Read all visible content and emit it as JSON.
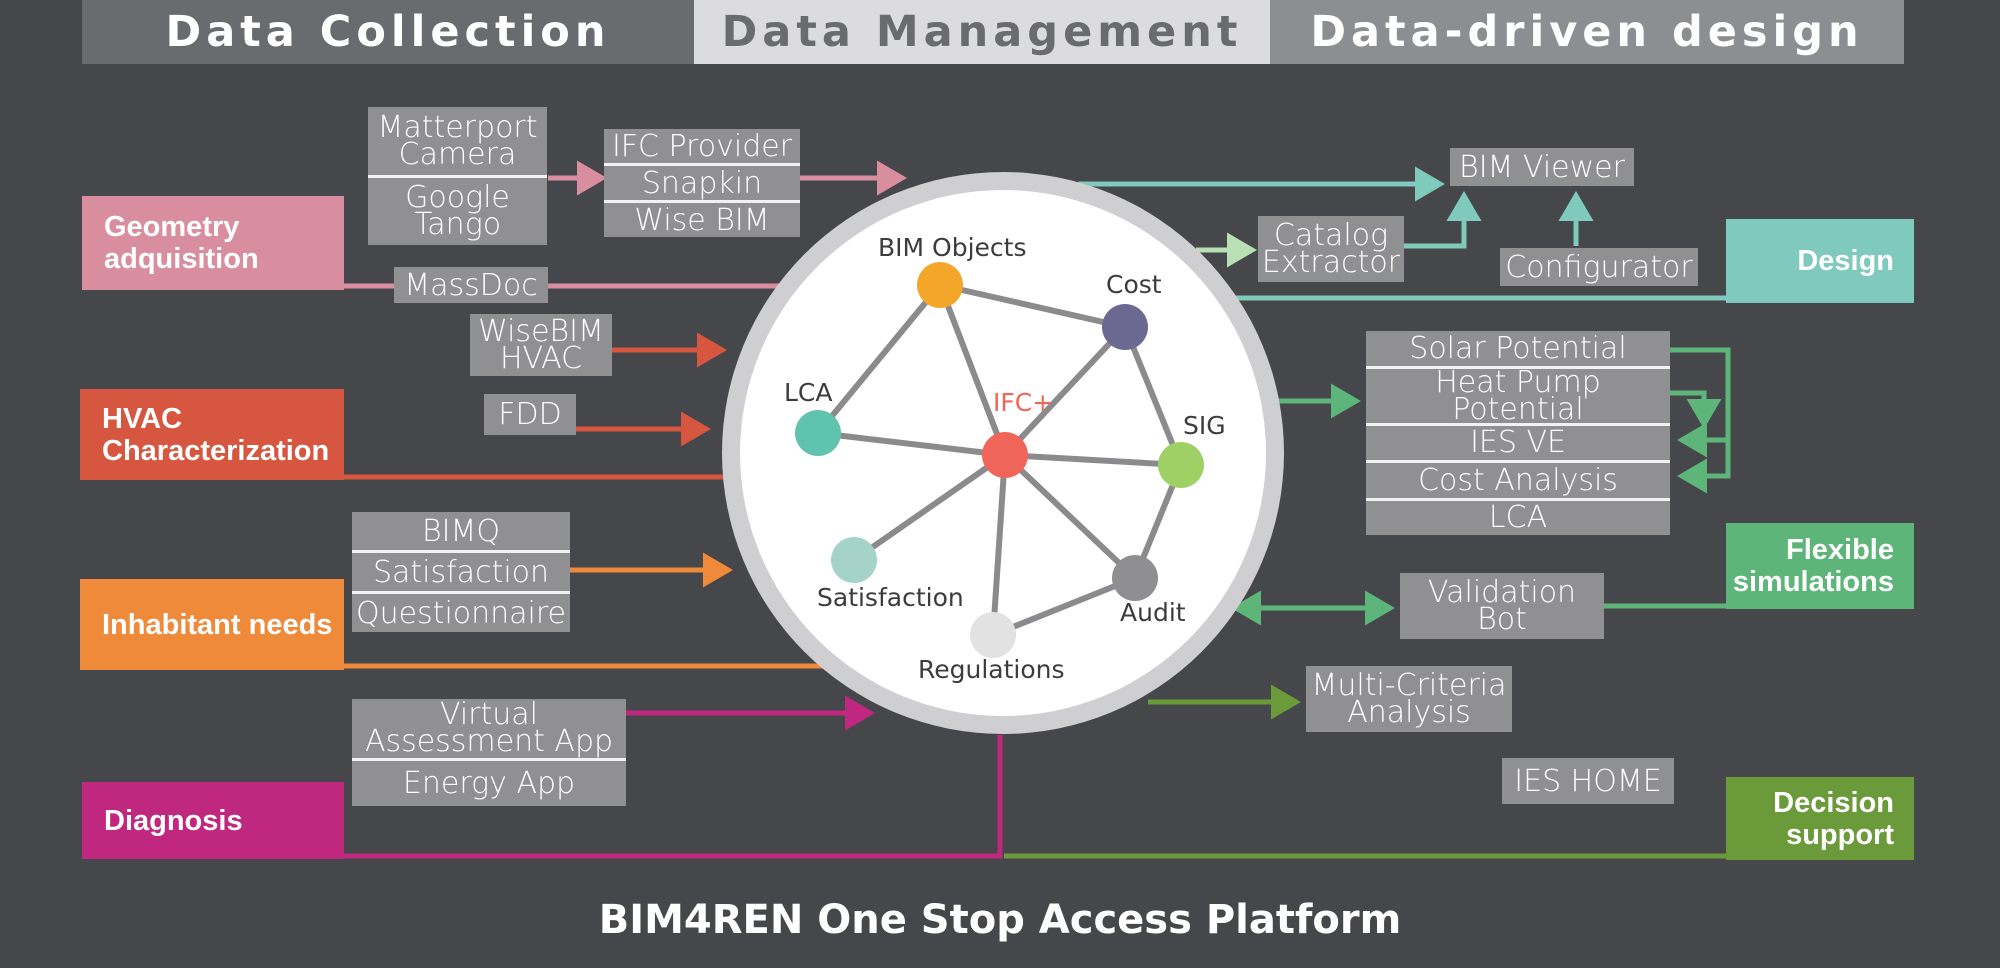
{
  "headers": {
    "collection": "Data Collection",
    "management": "Data Management",
    "design": "Data-driven design"
  },
  "colors": {
    "background": "#46474b",
    "geometry": "#d98ea0",
    "hvac": "#d6563f",
    "inhabitant": "#f08a3b",
    "diagnosis": "#c0277e",
    "design": "#7fc9bd",
    "flexible": "#5eb579",
    "decision": "#6a9a3a",
    "box": "#909093"
  },
  "categories": {
    "geometry": "Geometry adquisition",
    "hvac": "HVAC Characterization",
    "inhabitant": "Inhabitant needs",
    "diagnosis": "Diagnosis",
    "design": "Design",
    "flexible": "Flexible simulations",
    "decision": "Decision support"
  },
  "tools": {
    "camera": [
      "Matterport Camera",
      "Google Tango"
    ],
    "ifc_providers": [
      "IFC Provider",
      "Snapkin",
      "Wise BIM"
    ],
    "massdoc": "MassDoc",
    "wisebim_hvac": "WiseBIM HVAC",
    "fdd": "FDD",
    "surveys": [
      "BIMQ",
      "Satisfaction",
      "Questionnaire"
    ],
    "apps": [
      "Virtual Assessment App",
      "Energy App"
    ],
    "bim_viewer": "BIM Viewer",
    "catalog": "Catalog Extractor",
    "configurator": "Configurator",
    "simulations": [
      "Solar Potential",
      "Heat Pump Potential",
      "IES VE",
      "Cost Analysis",
      "LCA"
    ],
    "validation": "Validation Bot",
    "mca": "Multi-Criteria Analysis",
    "ies_home": "IES HOME"
  },
  "network": {
    "center": "IFC+",
    "nodes": {
      "bim_objects": "BIM Objects",
      "cost": "Cost",
      "lca": "LCA",
      "sig": "SIG",
      "satisfaction": "Satisfaction",
      "audit": "Audit",
      "regulations": "Regulations"
    },
    "node_colors": {
      "center": "#f0655a",
      "bim_objects": "#f4a62a",
      "cost": "#6b6891",
      "lca": "#5fc3ad",
      "sig": "#9fd066",
      "satisfaction": "#a5d3c9",
      "audit": "#8f8f92",
      "regulations": "#e2e2e2"
    }
  },
  "footer": "BIM4REN One Stop Access Platform"
}
